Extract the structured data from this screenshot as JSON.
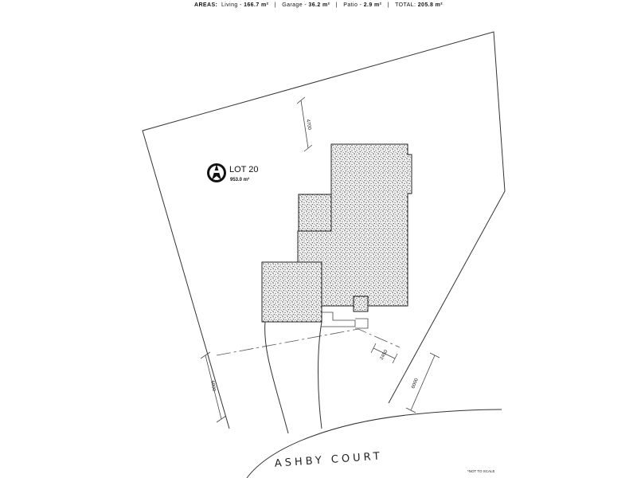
{
  "areas": {
    "prefix": "AREAS:",
    "living_label": "Living",
    "living_value": "166.7 m²",
    "garage_label": "Garage",
    "garage_value": "36.2 m²",
    "patio_label": "Patio",
    "patio_value": "2.9 m²",
    "total_label": "TOTAL:",
    "total_value": "205.8 m²"
  },
  "lot": {
    "name": "LOT 20",
    "area": "953.0 m²"
  },
  "dimensions": {
    "top_setback": "4700",
    "left_boundary": "6000",
    "right_setback": "2450",
    "right_boundary": "6000"
  },
  "street": "ASHBY COURT",
  "note": "*NOT TO SCALE",
  "colors": {
    "line": "#333333",
    "hatch_fill": "#ffffff",
    "hatch_dots": "#333333"
  },
  "icons": {
    "north_arrow": "north-arrow-icon"
  }
}
